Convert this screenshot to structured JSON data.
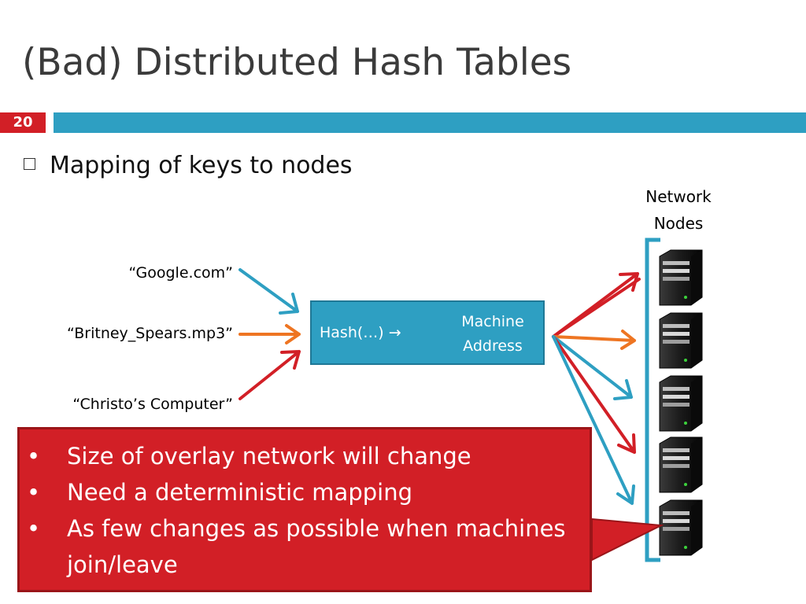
{
  "slide": {
    "title": "(Bad) Distributed Hash Tables",
    "number": "20",
    "bullet": "Mapping of keys to nodes"
  },
  "diagram": {
    "keys": [
      "“Google.com”",
      "“Britney_Spears.mp3”",
      "“Christo’s Computer”"
    ],
    "hash_function": "Hash(…) ",
    "hash_output": [
      "Machine",
      "Address"
    ],
    "network_label": [
      "Network",
      "Nodes"
    ],
    "node_count": 5
  },
  "callout": {
    "items": [
      "Size of overlay network will change",
      "Need a deterministic mapping",
      "As few changes as possible when machines join/leave"
    ]
  },
  "colors": {
    "accent_red": "#d21f26",
    "accent_blue": "#2e9fc2",
    "arrow_orange": "#ee7522"
  }
}
